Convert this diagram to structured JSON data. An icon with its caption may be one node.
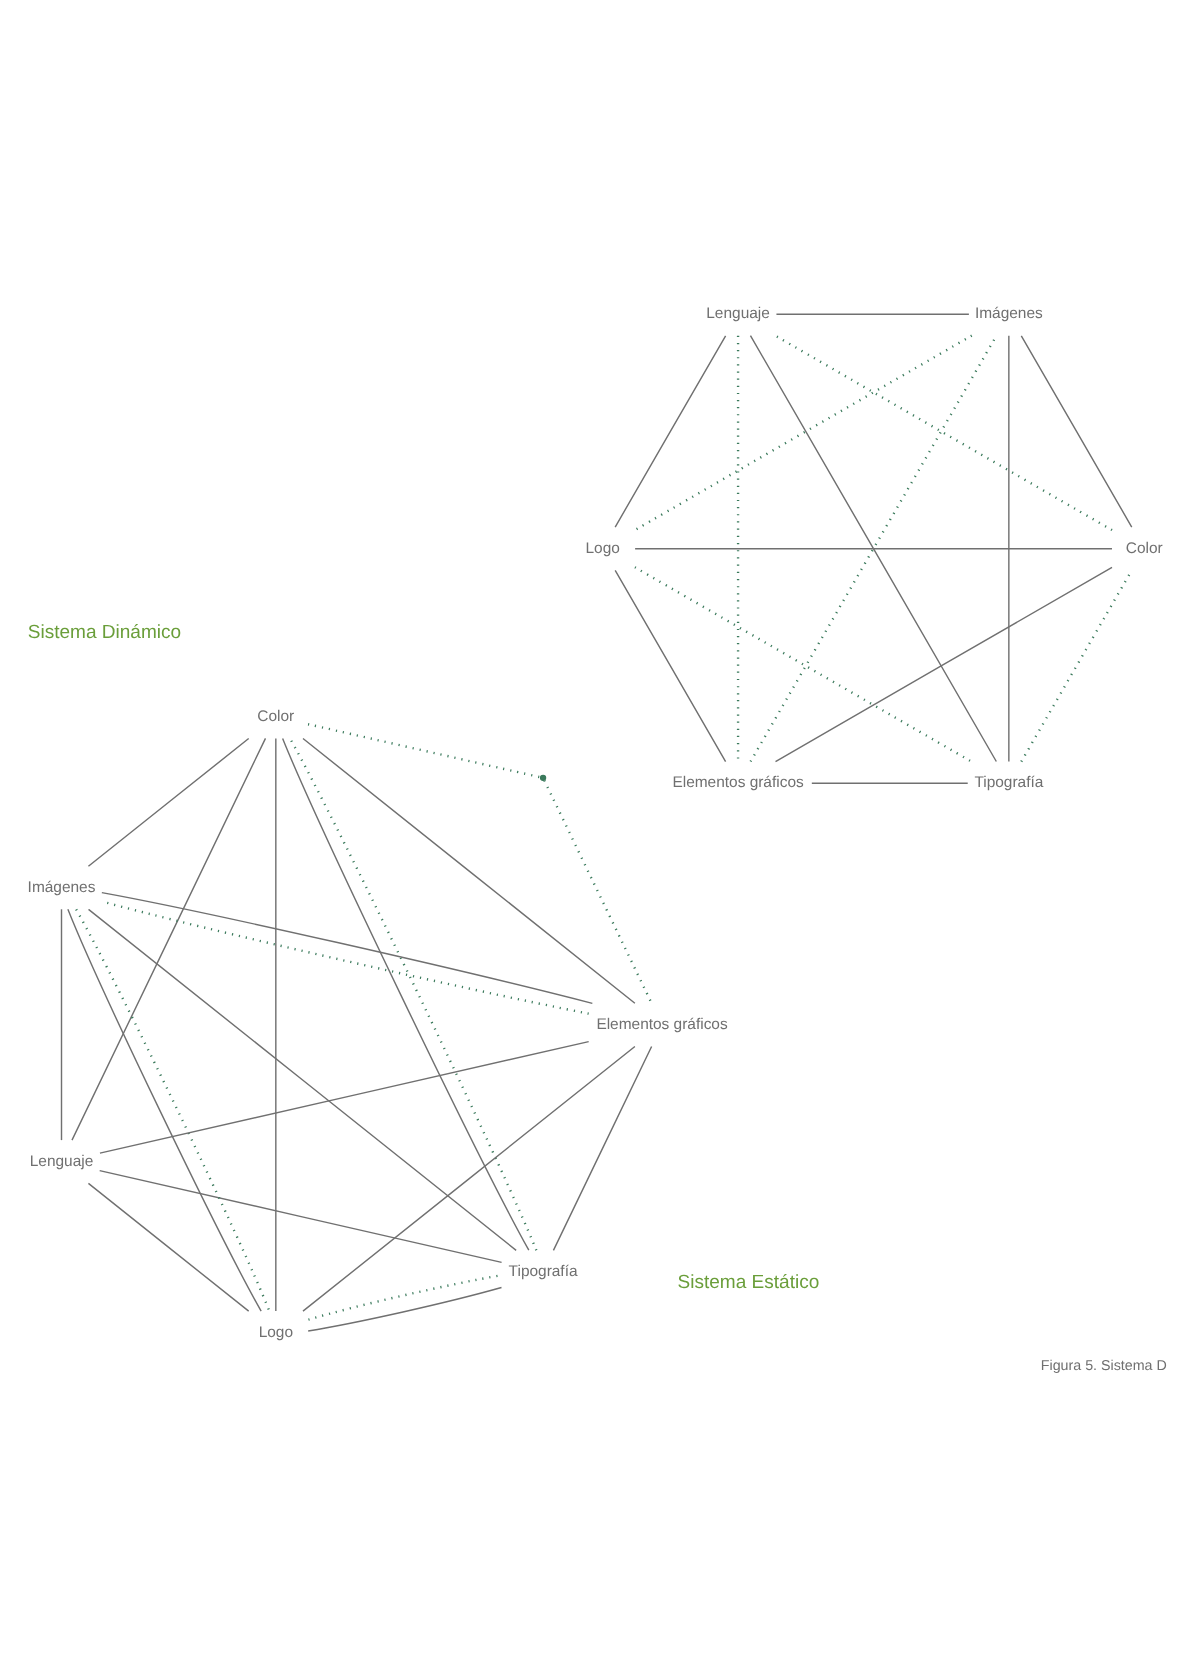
{
  "diagram": {
    "caption": "Figura 5. Sistema D",
    "nodes": [
      {
        "text": [
          "Tipografía"
        ]
      },
      {
        "text": [
          "Color"
        ]
      },
      {
        "text": [
          "Logo"
        ]
      },
      {
        "text": [
          "Lenguaje"
        ]
      },
      {
        "text": [
          "Imágenes"
        ]
      },
      {
        "text": [
          "Elementos gráficos"
        ]
      },
      {
        "text": [
          "Tipografía"
        ]
      },
      {
        "text": [
          "Color"
        ]
      },
      {
        "text": [
          "Logo"
        ]
      },
      {
        "text": [
          "Lenguaje"
        ]
      },
      {
        "text": [
          "Imágenes"
        ]
      },
      {
        "text": [
          "Elementos gráficos"
        ]
      },
      {
        "text": [],
        "shape": "point"
      }
    ],
    "edges": [
      {
        "from": 0,
        "to": 1,
        "arrow": "none",
        "style": "dashed",
        "color": "#3b7a5c"
      },
      {
        "from": 1,
        "to": 3,
        "arrow": "none",
        "style": "dashed",
        "color": "#3b7a5c"
      },
      {
        "from": 3,
        "to": 5,
        "arrow": "none",
        "style": "dashed",
        "color": "#3b7a5c"
      },
      {
        "from": 5,
        "to": 4,
        "arrow": "none",
        "style": "dashed",
        "color": "#3b7a5c"
      },
      {
        "from": 4,
        "to": 2,
        "arrow": "none",
        "style": "dashed",
        "color": "#3b7a5c"
      },
      {
        "from": 2,
        "to": 0,
        "arrow": "none",
        "style": "dashed",
        "color": "#3b7a5c"
      },
      {
        "from": 0,
        "to": 4,
        "arrow": "none"
      },
      {
        "from": 0,
        "to": 3,
        "arrow": "none"
      },
      {
        "from": 0,
        "to": 5,
        "arrow": "none"
      },
      {
        "from": 1,
        "to": 5,
        "arrow": "none"
      },
      {
        "from": 1,
        "to": 2,
        "arrow": "none"
      },
      {
        "from": 1,
        "to": 4,
        "arrow": "none"
      },
      {
        "from": 2,
        "to": 3,
        "arrow": "none"
      },
      {
        "from": 2,
        "to": 5,
        "arrow": "none"
      },
      {
        "from": 4,
        "to": 3,
        "arrow": "none"
      },
      {
        "from": 6,
        "to": 7,
        "arrow": "none"
      },
      {
        "from": 6,
        "to": 8,
        "arrow": "none"
      },
      {
        "from": 8,
        "to": 10,
        "arrow": "none"
      },
      {
        "from": 10,
        "to": 11,
        "arrow": "none"
      },
      {
        "from": 7,
        "to": 11,
        "arrow": "none"
      },
      {
        "from": 6,
        "to": 10,
        "arrow": "none"
      },
      {
        "from": 6,
        "to": 11,
        "arrow": "none"
      },
      {
        "from": 6,
        "to": 9,
        "arrow": "none"
      },
      {
        "from": 7,
        "to": 8,
        "arrow": "none"
      },
      {
        "from": 7,
        "to": 10,
        "arrow": "none"
      },
      {
        "from": 7,
        "to": 9,
        "arrow": "none"
      },
      {
        "from": 8,
        "to": 9,
        "arrow": "none"
      },
      {
        "from": 8,
        "to": 11,
        "arrow": "none"
      },
      {
        "from": 10,
        "to": 9,
        "arrow": "none"
      },
      {
        "from": 11,
        "to": 9,
        "arrow": "none"
      },
      {
        "from": 6,
        "to": 7,
        "arrow": "none",
        "style": "dashed",
        "color": "#3b7a5c"
      },
      {
        "from": 7,
        "to": 12,
        "arrow": "none",
        "style": "dashed",
        "color": "#3b7a5c"
      },
      {
        "from": 12,
        "to": 11,
        "arrow": "none",
        "style": "dashed",
        "color": "#3b7a5c"
      },
      {
        "from": 11,
        "to": 10,
        "arrow": "none",
        "style": "dashed",
        "color": "#3b7a5c"
      },
      {
        "from": 10,
        "to": 8,
        "arrow": "none",
        "style": "dashed",
        "color": "#3b7a5c"
      },
      {
        "from": 8,
        "to": 6,
        "arrow": "none",
        "style": "dashed",
        "color": "#3b7a5c"
      }
    ],
    "labels": [
      "Sistema Estático",
      "Sistema Dinámico"
    ]
  }
}
